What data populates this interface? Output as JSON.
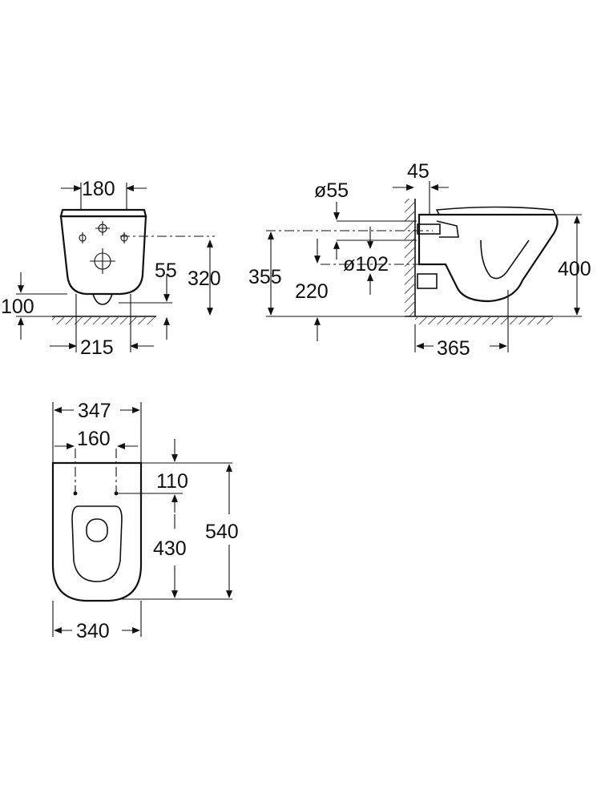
{
  "diagram": {
    "front_view": {
      "top_width": "180",
      "bottom_width": "215",
      "height_320": "320",
      "height_55": "55",
      "height_100": "100"
    },
    "side_view": {
      "wall_offset": "45",
      "pipe_diameter": "ø55",
      "outlet_diameter": "ø102",
      "height_355": "355",
      "height_220": "220",
      "height_400": "400",
      "depth": "365"
    },
    "top_view": {
      "outer_width": "347",
      "bolt_spacing": "160",
      "bottom_width": "340",
      "offset_110": "110",
      "length_430": "430",
      "length_540": "540"
    }
  }
}
